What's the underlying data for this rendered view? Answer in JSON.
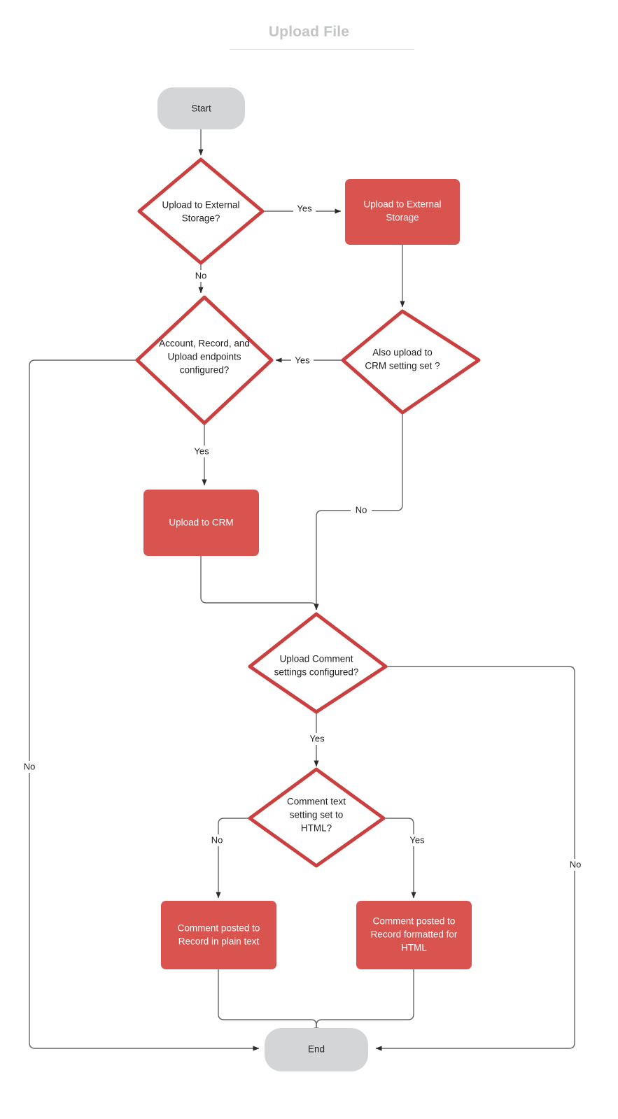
{
  "title": "Upload File",
  "colors": {
    "decision_border": "#cc3f3f",
    "process_fill": "#d9534f",
    "terminator_fill": "#d3d5d6",
    "edge": "#666666",
    "title": "#c2c4c6"
  },
  "nodes": {
    "start": {
      "label": "Start",
      "type": "terminator"
    },
    "d_external_storage": {
      "label": "Upload to External Storage?",
      "line1": "Upload to External",
      "line2": "Storage?",
      "type": "decision"
    },
    "p_external_storage": {
      "label": "Upload to External Storage",
      "line1": "Upload to External",
      "line2": "Storage",
      "type": "process"
    },
    "d_endpoints": {
      "label": "Account, Record, and Upload endpoints configured?",
      "line1": "Account, Record, and",
      "line2": "Upload endpoints",
      "line3": "configured?",
      "type": "decision"
    },
    "d_also_crm": {
      "label": "Also upload to CRM setting set ?",
      "line1": "Also upload to",
      "line2": "CRM setting set ?",
      "type": "decision"
    },
    "p_upload_crm": {
      "label": "Upload to CRM",
      "line1": "Upload to CRM",
      "type": "process"
    },
    "d_comment_settings": {
      "label": "Upload Comment settings configured?",
      "line1": "Upload Comment",
      "line2": "settings configured?",
      "type": "decision"
    },
    "d_comment_html": {
      "label": "Comment text setting set to HTML?",
      "line1": "Comment text",
      "line2": "setting set to",
      "line3": "HTML?",
      "type": "decision"
    },
    "p_plain_text": {
      "label": "Comment posted to Record in plain text",
      "line1": "Comment posted to",
      "line2": "Record in plain text",
      "type": "process"
    },
    "p_html": {
      "label": "Comment posted to Record formatted for HTML",
      "line1": "Comment posted to",
      "line2": "Record formatted for",
      "line3": "HTML",
      "type": "process"
    },
    "end": {
      "label": "End",
      "type": "terminator"
    }
  },
  "edges": [
    {
      "from": "start",
      "to": "d_external_storage",
      "label": ""
    },
    {
      "from": "d_external_storage",
      "to": "p_external_storage",
      "label": "Yes"
    },
    {
      "from": "d_external_storage",
      "to": "d_endpoints",
      "label": "No"
    },
    {
      "from": "p_external_storage",
      "to": "d_also_crm",
      "label": ""
    },
    {
      "from": "d_also_crm",
      "to": "d_endpoints",
      "label": "Yes"
    },
    {
      "from": "d_also_crm",
      "to": "d_comment_settings",
      "label": "No"
    },
    {
      "from": "d_endpoints",
      "to": "p_upload_crm",
      "label": "Yes"
    },
    {
      "from": "d_endpoints",
      "to": "end",
      "label": "No"
    },
    {
      "from": "p_upload_crm",
      "to": "d_comment_settings",
      "label": ""
    },
    {
      "from": "d_comment_settings",
      "to": "d_comment_html",
      "label": "Yes"
    },
    {
      "from": "d_comment_settings",
      "to": "end",
      "label": "No"
    },
    {
      "from": "d_comment_html",
      "to": "p_plain_text",
      "label": "No"
    },
    {
      "from": "d_comment_html",
      "to": "p_html",
      "label": "Yes"
    },
    {
      "from": "p_plain_text",
      "to": "end",
      "label": ""
    },
    {
      "from": "p_html",
      "to": "end",
      "label": ""
    }
  ],
  "edge_labels": {
    "yes_to_external": "Yes",
    "no_to_endpoints": "No",
    "yes_crm_to_endpoints": "Yes",
    "no_crm_to_comment": "No",
    "yes_endpoints_to_crm": "Yes",
    "no_endpoints_to_end": "No",
    "yes_comment_to_html": "Yes",
    "no_comment_to_end": "No",
    "no_html_to_plain": "No",
    "yes_html_to_html": "Yes"
  }
}
